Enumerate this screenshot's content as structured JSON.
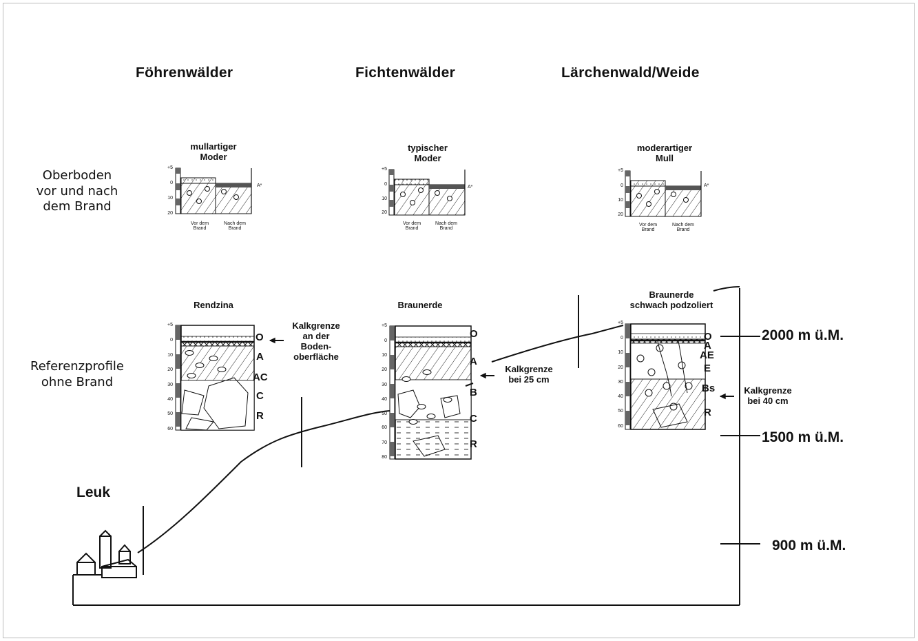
{
  "columns": [
    "Föhrenwälder",
    "Fichtenwälder",
    "Lärchenwald/Weide"
  ],
  "rows": {
    "topsoil": [
      "Oberboden",
      "vor und nach",
      "dem Brand"
    ],
    "reference": [
      "Referenzprofile",
      "ohne Brand"
    ]
  },
  "topsoil_profiles": [
    {
      "title": [
        "mullartiger",
        "Moder"
      ],
      "ticks": [
        "+5",
        "0",
        "10",
        "20"
      ],
      "before": [
        "Vor dem",
        "Brand"
      ],
      "after": [
        "Nach dem",
        "Brand"
      ],
      "marker": "A*"
    },
    {
      "title": [
        "typischer",
        "Moder"
      ],
      "ticks": [
        "+5",
        "0",
        "10",
        "20"
      ],
      "before": [
        "Vor dem",
        "Brand"
      ],
      "after": [
        "Nach dem",
        "Brand"
      ],
      "marker": "A*"
    },
    {
      "title": [
        "moderartiger",
        "Mull"
      ],
      "ticks": [
        "+5",
        "0",
        "10",
        "20"
      ],
      "before": [
        "Vor dem",
        "Brand"
      ],
      "after": [
        "Nach dem",
        "Brand"
      ],
      "marker": "A*"
    }
  ],
  "reference_profiles": [
    {
      "title": [
        "Rendzina"
      ],
      "ticks": [
        "+5",
        "0",
        "10",
        "20",
        "30",
        "40",
        "50",
        "60"
      ],
      "horizons": [
        "O",
        "A",
        "AC",
        "C",
        "R"
      ],
      "note": [
        "Kalkgrenze",
        "an der",
        "Boden-",
        "oberfläche"
      ]
    },
    {
      "title": [
        "Braunerde"
      ],
      "ticks": [
        "+5",
        "0",
        "10",
        "20",
        "30",
        "40",
        "50",
        "60",
        "70",
        "80"
      ],
      "horizons": [
        "O",
        "A",
        "B",
        "C",
        "R"
      ],
      "note": [
        "Kalkgrenze",
        "bei 25 cm"
      ]
    },
    {
      "title": [
        "Braunerde",
        "schwach podzoliert"
      ],
      "ticks": [
        "+5",
        "0",
        "10",
        "20",
        "30",
        "40",
        "50",
        "60"
      ],
      "horizons": [
        "O",
        "A",
        "AE",
        "E",
        "Bs",
        "R"
      ],
      "note": [
        "Kalkgrenze",
        "bei 40 cm"
      ]
    }
  ],
  "elevations": [
    "2000 m ü.M.",
    "1500 m ü.M.",
    "900 m ü.M."
  ],
  "town": "Leuk"
}
